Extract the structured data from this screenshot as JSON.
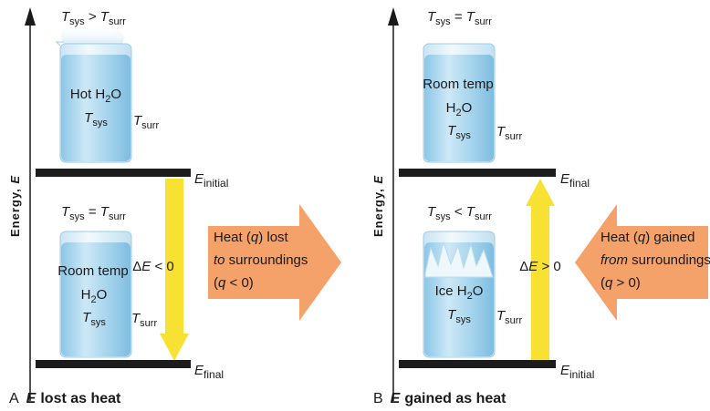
{
  "panels": [
    {
      "letter": "A",
      "caption_E": "E",
      "caption_rest": "lost as heat",
      "axis_label": "Energy, ",
      "axis_symbol": "E",
      "top_condition": {
        "left": "T",
        "left_sub": "sys",
        "op": " > ",
        "right": "T",
        "right_sub": "surr"
      },
      "top_beaker": {
        "line1": "Hot H",
        "line1_sub": "2",
        "line1_tail": "O",
        "line2": "",
        "line2_sub": "",
        "line2_tail": "",
        "tsys": "T",
        "tsys_sub": "sys"
      },
      "top_tsurr": {
        "t": "T",
        "sub": "surr"
      },
      "top_level": {
        "e": "E",
        "sub": "initial"
      },
      "bottom_condition": {
        "left": "T",
        "left_sub": "sys",
        "op": " = ",
        "right": "T",
        "right_sub": "surr"
      },
      "bottom_beaker": {
        "line1": "Room temp",
        "line2": "H",
        "line2_sub": "2",
        "line2_tail": "O",
        "tsys": "T",
        "tsys_sub": "sys"
      },
      "bottom_tsurr": {
        "t": "T",
        "sub": "surr"
      },
      "bottom_level": {
        "e": "E",
        "sub": "final"
      },
      "delta": {
        "d": "Δ",
        "e": "E",
        "rest": " < 0"
      },
      "heat_arrow": {
        "line1a": "Heat (",
        "line1q": "q",
        "line1b": ") lost",
        "line2a": "to",
        "line2b": " surroundings",
        "line3a": "(",
        "line3q": "q",
        "line3b": " < 0)"
      }
    },
    {
      "letter": "B",
      "caption_E": "E",
      "caption_rest": "gained as heat",
      "axis_label": "Energy, ",
      "axis_symbol": "E",
      "top_condition": {
        "left": "T",
        "left_sub": "sys",
        "op": " = ",
        "right": "T",
        "right_sub": "surr"
      },
      "top_beaker": {
        "line1": "Room temp",
        "line2": "H",
        "line2_sub": "2",
        "line2_tail": "O",
        "tsys": "T",
        "tsys_sub": "sys"
      },
      "top_tsurr": {
        "t": "T",
        "sub": "surr"
      },
      "top_level": {
        "e": "E",
        "sub": "final"
      },
      "bottom_condition": {
        "left": "T",
        "left_sub": "sys",
        "op": " < ",
        "right": "T",
        "right_sub": "surr"
      },
      "bottom_beaker": {
        "line1": "Ice H",
        "line1_sub": "2",
        "line1_tail": "O",
        "tsys": "T",
        "tsys_sub": "sys"
      },
      "bottom_tsurr": {
        "t": "T",
        "sub": "surr"
      },
      "bottom_level": {
        "e": "E",
        "sub": "initial"
      },
      "delta": {
        "d": "Δ",
        "e": "E",
        "rest": " > 0"
      },
      "heat_arrow": {
        "line1a": "Heat (",
        "line1q": "q",
        "line1b": ") gained",
        "line2a": "from",
        "line2b": " surroundings",
        "line3a": "(",
        "line3q": "q",
        "line3b": " > 0)"
      }
    }
  ],
  "colors": {
    "level_bar": "#1c1c1c",
    "arrow_yellow": "#f7e233",
    "heat_arrow": "#f4a16a",
    "beaker_water": "#a9d6ee",
    "beaker_glass": "#dceef8"
  }
}
